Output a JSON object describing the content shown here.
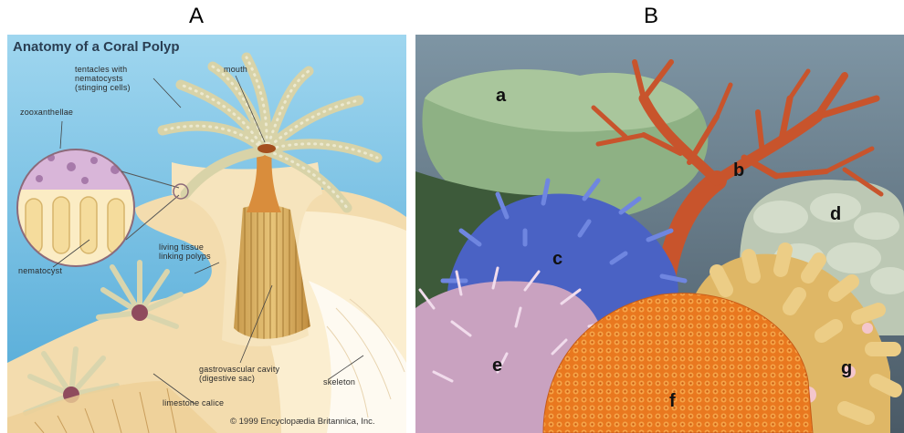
{
  "panels": {
    "a": {
      "letter": "A",
      "title": "Anatomy of a Coral Polyp",
      "labels": {
        "tentacles": "tentacles with\nnematocysts\n(stinging cells)",
        "mouth": "mouth",
        "zooxanthellae": "zooxanthellae",
        "nematocyst": "nematocyst",
        "living_tissue": "living tissue\nlinking polyps",
        "gastrovascular": "gastrovascular cavity\n(digestive sac)",
        "skeleton": "skeleton",
        "limestone": "limestone calice"
      },
      "copyright": "© 1999 Encyclopædia Britannica, Inc."
    },
    "b": {
      "letter": "B",
      "labels": [
        "a",
        "b",
        "c",
        "d",
        "e",
        "f",
        "g"
      ]
    }
  },
  "colors": {
    "water_a": "#5db4dc",
    "water_b": "#5c6e80",
    "tissue": "#f3d7a3",
    "branch_coral": "#c8542c",
    "blue_coral": "#4a62c4",
    "orange_coral": "#ec7f2c",
    "pink_coral": "#e4c6dc",
    "table_coral": "#8aab80",
    "brain_coral": "#c4cfbd",
    "finger_coral": "#e8c77a"
  }
}
